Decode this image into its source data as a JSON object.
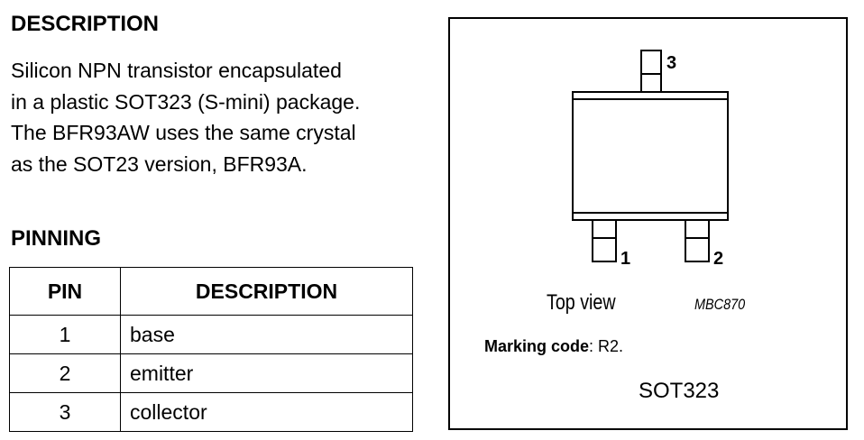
{
  "description": {
    "heading": "DESCRIPTION",
    "lines": [
      "Silicon NPN transistor encapsulated",
      "in a plastic SOT323 (S-mini) package.",
      "The BFR93AW uses the same crystal",
      "as the SOT23 version, BFR93A."
    ]
  },
  "pinning": {
    "heading": "PINNING",
    "columns": [
      "PIN",
      "DESCRIPTION"
    ],
    "rows": [
      {
        "pin": "1",
        "description": "base"
      },
      {
        "pin": "2",
        "description": "emitter"
      },
      {
        "pin": "3",
        "description": "collector"
      }
    ]
  },
  "figure": {
    "pin_labels": [
      "1",
      "2",
      "3"
    ],
    "view_label": "Top view",
    "figure_code": "MBC870",
    "marking_label": "Marking code",
    "marking_sep": ":",
    "marking_value": " R2.",
    "package_label": "SOT323"
  }
}
